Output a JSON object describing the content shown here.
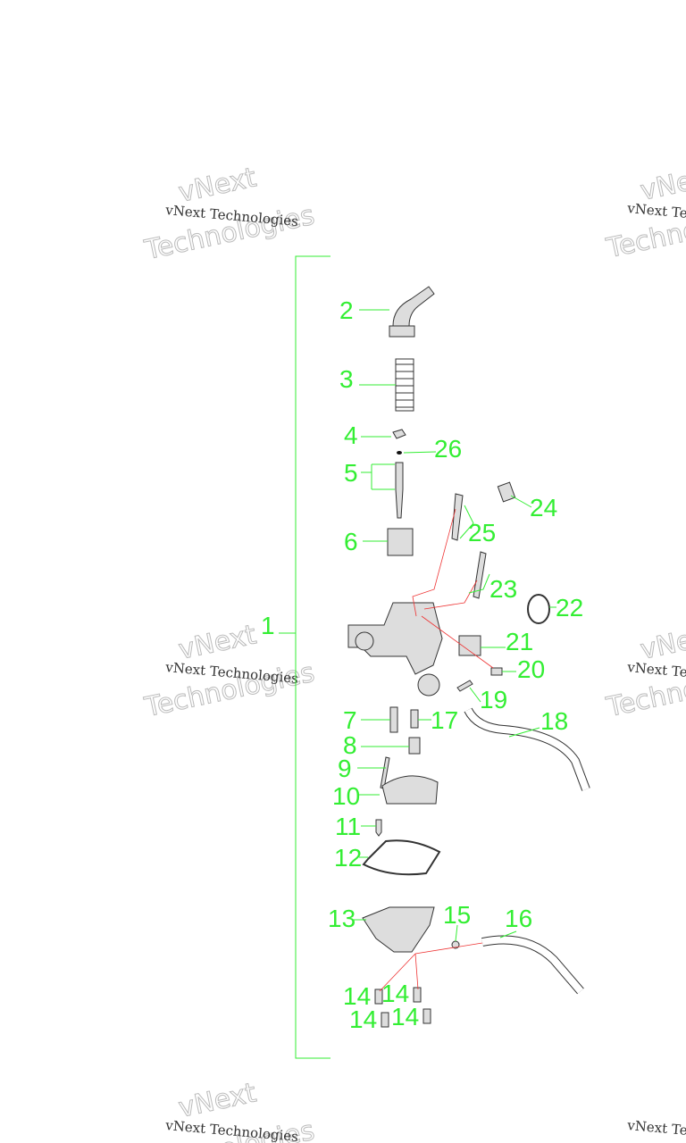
{
  "watermark": {
    "text": "vNext Technologies",
    "logo_line1": "vNext",
    "logo_line2": "Technologies"
  },
  "labels": {
    "n1": "1",
    "n2": "2",
    "n3": "3",
    "n4": "4",
    "n5": "5",
    "n6": "6",
    "n7": "7",
    "n8": "8",
    "n9": "9",
    "n10": "10",
    "n11": "11",
    "n12": "12",
    "n13": "13",
    "n14": "14",
    "n15": "15",
    "n16": "16",
    "n17": "17",
    "n18": "18",
    "n19": "19",
    "n20": "20",
    "n21": "21",
    "n22": "22",
    "n23": "23",
    "n24": "24",
    "n25": "25",
    "n26": "26"
  },
  "colors": {
    "label": "#33ee33",
    "leader_red": "#ee3333"
  }
}
